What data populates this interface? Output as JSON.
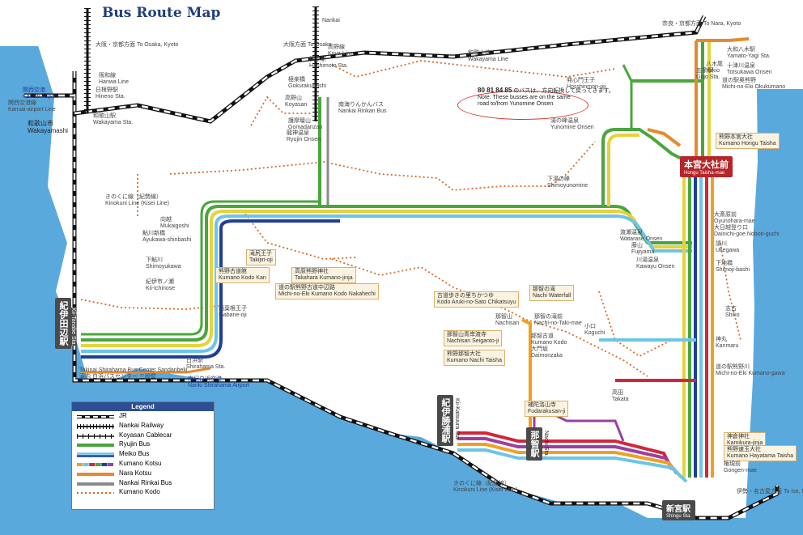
{
  "title": "Bus Route Map",
  "directions": {
    "osaka_kyoto": "大阪・京都方面\nTo Osaka, Kyoto",
    "osaka_nankai": "大阪方面\nTo Osaka",
    "nara_kyoto": "奈良・京都方面\nTo Nara, Kyoto",
    "ise_nagoya": "伊勢・名古屋方面\nTo Ise, Nagoya"
  },
  "lines": {
    "hanwa": "阪和線\nHanwa Line",
    "kansai_airport_line": "関西空港線\nKansai-airport Line",
    "nankai": "Nankai",
    "koya_line": "高野線\nKoya Line",
    "wakayama_line": "和歌山線\nWakayama Line",
    "kisei_line": "きのくに線（紀勢線）\nKinokuni Line (Kisei Line)",
    "nankai_rinkan": "南海りんかんバス\nNankai Rinkan Bus"
  },
  "stations": {
    "kansai_airport": "関西空港\nKansai Airport",
    "wakayamashi": "和歌山市\nWakayamashi",
    "wakayama": "和歌山駅\nWakayama Sta.",
    "hidaka": "日根野駅\nHineno Sta.",
    "hashimoto": "橋本駅\nHashimoto Sta.",
    "kii_tanabe": "紀伊田辺駅",
    "kii_tanabe_en": "Kii-Tanabe Sta.",
    "shirahama": "白浜駅\nShirahama Sta.",
    "shirahama_airport": "南紀白浜空港\nNanki Shirahama Airport",
    "hongu": "本宮大社前",
    "hongu_en": "Hongu Taisha-mae",
    "kii_katsuura": "紀伊勝浦駅",
    "kii_katsuura_en": "Kii-Katsuura Sta.",
    "nachi": "那智駅",
    "nachi_en": "Nachi Sta.",
    "shingu": "新宮駅",
    "shingu_en": "Shingu Sta.",
    "gojo": "五条駅\nGojo Sta."
  },
  "places": [
    {
      "id": "gokurakubashi",
      "text": "極楽橋\nGokurakubashi"
    },
    {
      "id": "koyasan",
      "text": "高野山\nKoyasan"
    },
    {
      "id": "gomadanzan",
      "text": "護摩壇山\nGomadanzan"
    },
    {
      "id": "ryujin",
      "text": "龍神温泉\nRyujin Onsen"
    },
    {
      "id": "yamato_yagi",
      "text": "大和八木駅\nYamato-Yagi Sta."
    },
    {
      "id": "yakio",
      "text": "八木尾\nYakio"
    },
    {
      "id": "totsukawa",
      "text": "十津川温泉\nTotsukawa Onsen"
    },
    {
      "id": "michinoeki_okumumano",
      "text": "道の駅奥熊野\nMichi-no-Eki Okukumano"
    },
    {
      "id": "hosshinmon",
      "text": "発心門王子\nHosshinmon-oji"
    },
    {
      "id": "yunomine",
      "text": "湯の峰温泉\nYunomine Onsen"
    },
    {
      "id": "kumano_hongu_taisha",
      "text": "熊野本宮大社\nKumano Hongu Taisha"
    },
    {
      "id": "shimoyunomine",
      "text": "下湯の峰\nShimoyunomine"
    },
    {
      "id": "oyunohara",
      "text": "大斎原前\nOyunohara-mae"
    },
    {
      "id": "dainichi",
      "text": "大日越登り口\nDainichi-goe Nobori-guchi"
    },
    {
      "id": "ukegawa",
      "text": "請川\nUkegawa"
    },
    {
      "id": "shimojibashi",
      "text": "下地橋\nShimoji-bashi"
    },
    {
      "id": "shiko",
      "text": "志古\nShiko"
    },
    {
      "id": "kanmaru",
      "text": "神丸\nKanmaru"
    },
    {
      "id": "kumanogawa",
      "text": "道の駅熊野川\nMichi-no-Eki Kumano-gawa"
    },
    {
      "id": "kamikura",
      "text": "神倉神社\nKamikura-jinja"
    },
    {
      "id": "hayatama",
      "text": "熊野速玉大社\nKumano Hayatama Taisha"
    },
    {
      "id": "gongen",
      "text": "権現前\nGongen-mae"
    },
    {
      "id": "mukaigoshi",
      "text": "向越\nMukaigoshi"
    },
    {
      "id": "ayukawa",
      "text": "鮎川新橋\nAyukawa-shinbashi"
    },
    {
      "id": "shimoyukawa",
      "text": "下鮎川\nShimoyukawa"
    },
    {
      "id": "kiichinose",
      "text": "紀伊市ノ瀬\nKii-Ichinose"
    },
    {
      "id": "inabane",
      "text": "稲葉根王子\nInabane-oji"
    },
    {
      "id": "takijiri",
      "text": "滝尻王子\nTakijiri-oji"
    },
    {
      "id": "kodokan",
      "text": "熊野古道館\nKumano Kodo Kan"
    },
    {
      "id": "takahara",
      "text": "高原熊野神社\nTakahara Kumano-jinja"
    },
    {
      "id": "nakahechi",
      "text": "道の駅熊野古道中辺路\nMichi-no-Eki Kumano Kodo Nakahechi"
    },
    {
      "id": "wataraze",
      "text": "渡瀬温泉\nWatarase Onsen"
    },
    {
      "id": "kawayu",
      "text": "川湯温泉\nKawayu Onsen"
    },
    {
      "id": "fujiyama",
      "text": "藤山\nFujiyama"
    },
    {
      "id": "chikatsuyu",
      "text": "古道歩きの里ちかつゆ\nKodo Aruki-no-Sato Chikatsuyu"
    },
    {
      "id": "nachi_waterfall",
      "text": "那智の滝\nNachi Waterfall"
    },
    {
      "id": "nachisan",
      "text": "那智山\nNachisan"
    },
    {
      "id": "nachinotaki",
      "text": "那智の滝前\nNachi-no-Taki-mae"
    },
    {
      "id": "seigantoji",
      "text": "那智山青岸渡寺\nNachisan Seiganto-ji"
    },
    {
      "id": "kumano_nachi",
      "text": "熊野那智大社\nKumano Nachi Taisha"
    },
    {
      "id": "kumanokodo",
      "text": "那智古道\nKumano Kodo"
    },
    {
      "id": "daimonzaka",
      "text": "大門坂\nDaimonzaka"
    },
    {
      "id": "fudarakusan",
      "text": "補陀洛山寺\nFudarakusan-ji"
    },
    {
      "id": "koguchi",
      "text": "小口\nKoguchi"
    },
    {
      "id": "takata",
      "text": "高田\nTakata"
    },
    {
      "id": "takisiri_shirahama",
      "text": "Takinai Shirahama Bus Center Sandanbeki\n滝内 白浜バスセンター 三段壁"
    }
  ],
  "note": {
    "routes": "80 81 84 85",
    "jp": "のバスは、方向転換して戻ってきます。",
    "en": "Note: These busses are on the same\nroad to/from Yunomine Onsen"
  },
  "legend": {
    "title": "Legend",
    "items": [
      {
        "label": "JR",
        "kind": "rail",
        "color": "#111111"
      },
      {
        "label": "Nankai Railway",
        "kind": "rail2",
        "color": "#111111"
      },
      {
        "label": "Koyasan Cablecar",
        "kind": "cable",
        "color": "#111111"
      },
      {
        "label": "Ryujin Bus",
        "kind": "line",
        "color": "#4aa63c"
      },
      {
        "label": "Meiko Bus",
        "kind": "duo",
        "color": "#6cc5e8"
      },
      {
        "label": "Kumano Kotsu",
        "kind": "multi",
        "color": "#e8a12c"
      },
      {
        "label": "Nara Kotsu",
        "kind": "line",
        "color": "#e58a2e"
      },
      {
        "label": "Nankai Rinkai Bus",
        "kind": "line",
        "color": "#8a8a8a"
      },
      {
        "label": "Kumano Kodo",
        "kind": "dot",
        "color": "#d66a2a"
      }
    ]
  },
  "colors": {
    "sea": "#5aa9dc",
    "land": "#ffffff",
    "ryujin": "#4aa63c",
    "meiko_light": "#6cc5e8",
    "meiko_dark": "#1d3f9a",
    "yellow": "#e6d23a",
    "kotsu_red": "#d3263a",
    "kotsu_orange": "#f0a020",
    "kodo": "#d66a2a"
  }
}
